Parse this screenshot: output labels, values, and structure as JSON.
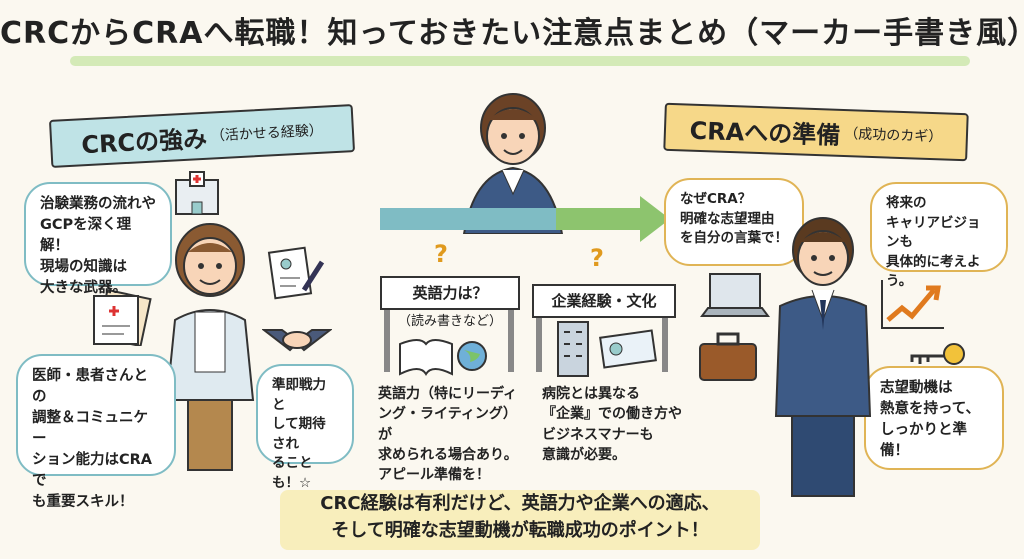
{
  "title": "CRCからCRAへ転職！知っておきたい注意点まとめ（マーカー手書き風）",
  "left_banner": {
    "main": "CRCの強み",
    "sub": "（活かせる経験）"
  },
  "right_banner": {
    "main": "CRAへの準備",
    "sub": "（成功のカギ）"
  },
  "crc_bubbles": [
    "治験業務の流れや\nGCPを深く理解！\n現場の知識は\n大きな武器。",
    "医師・患者さんとの\n調整＆コミュニケー\nション能力はCRAで\nも重要スキル！",
    "準即戦力と\nして期待され\nることも！☆"
  ],
  "cra_bubbles": [
    "なぜCRA？\n明確な志望理由\nを自分の言葉で！",
    "将来の\nキャリアビジョンも\n具体的に考えよう。",
    "志望動機は\n熱意を持って、\nしっかりと準備！"
  ],
  "hurdles": [
    {
      "sign": "英語力は？",
      "sub": "（読み書きなど）",
      "note": "英語力（特にリーディ\nング・ライティング）が\n求められる場合あり。\nアピール準備を！"
    },
    {
      "sign": "企業経験・文化",
      "note": "病院とは異なる\n『企業』での働き方や\nビジネスマナーも\n意識が必要。"
    }
  ],
  "question_mark": "?",
  "bottom": "CRC経験は有利だけど、英語力や企業への適応、\nそして明確な志望動機が転職成功のポイント！"
}
